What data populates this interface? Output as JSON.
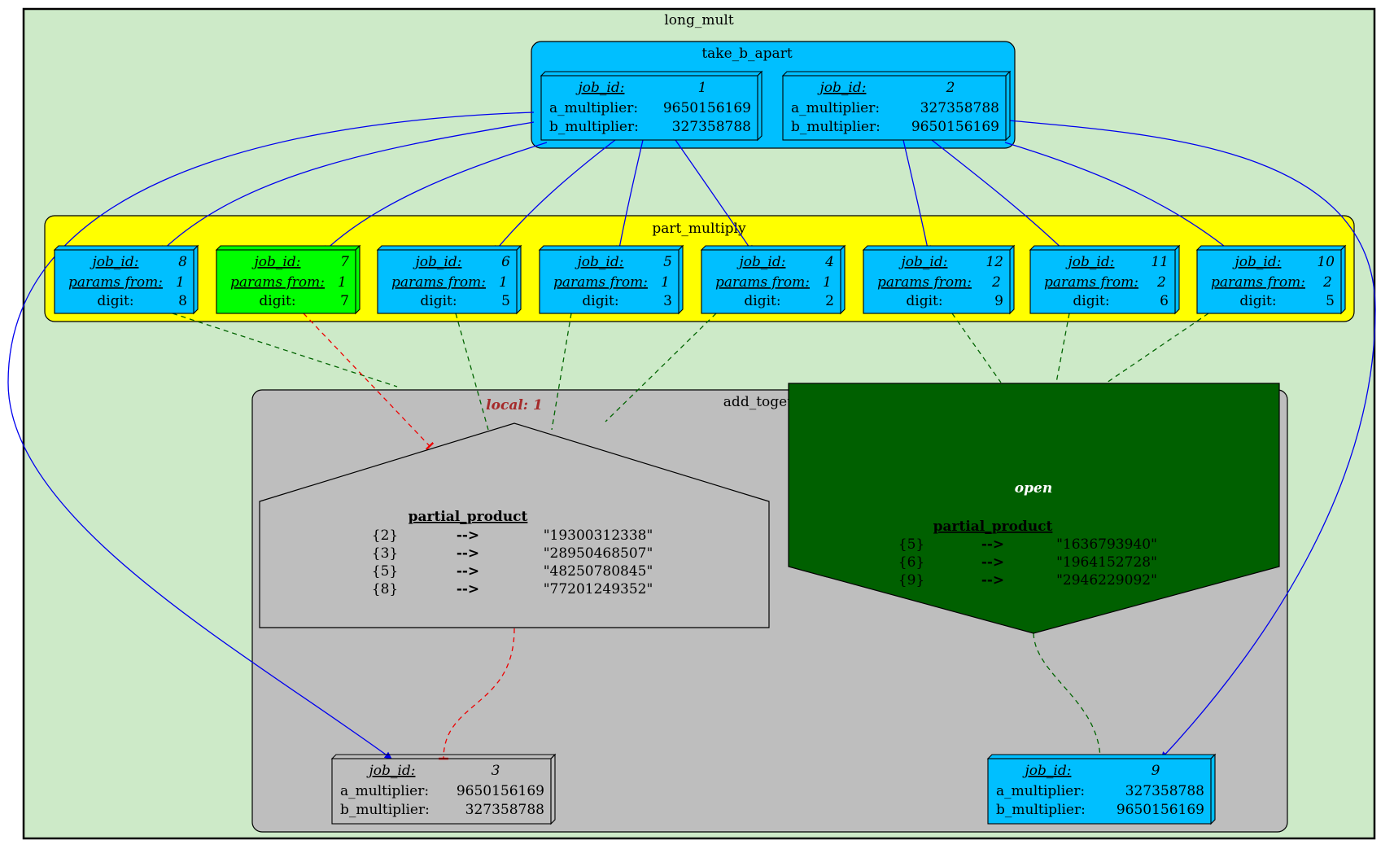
{
  "clusters": {
    "long_mult": "long_mult",
    "take_b_apart": "take_b_apart",
    "part_multiply": "part_multiply",
    "add_together": "add_together"
  },
  "colors": {
    "outer_bg": "#cdeac8",
    "job_blue": "#00bfff",
    "job_green": "#00ff00",
    "take_bg": "#00bfff",
    "part_bg": "#ffff00",
    "add_bg": "#bebebe",
    "open_bg": "#006000",
    "blue_edge": "#0000ee",
    "green_edge": "#006400",
    "red_edge": "#ee0000",
    "local_title": "#a52a2a"
  },
  "jobs": {
    "j1": {
      "job_id_label": "job_id:",
      "job_id": "1",
      "r1_label": "a_multiplier:",
      "r1_value": "9650156169",
      "r2_label": "b_multiplier:",
      "r2_value": "327358788"
    },
    "j2": {
      "job_id_label": "job_id:",
      "job_id": "2",
      "r1_label": "a_multiplier:",
      "r1_value": "327358788",
      "r2_label": "b_multiplier:",
      "r2_value": "9650156169"
    },
    "j8": {
      "job_id_label": "job_id:",
      "job_id": "8",
      "r1_label": "params from:",
      "r1_value": "1",
      "r2_label": "digit:",
      "r2_value": "8"
    },
    "j7": {
      "job_id_label": "job_id:",
      "job_id": "7",
      "r1_label": "params from:",
      "r1_value": "1",
      "r2_label": "digit:",
      "r2_value": "7"
    },
    "j6": {
      "job_id_label": "job_id:",
      "job_id": "6",
      "r1_label": "params from:",
      "r1_value": "1",
      "r2_label": "digit:",
      "r2_value": "5"
    },
    "j5": {
      "job_id_label": "job_id:",
      "job_id": "5",
      "r1_label": "params from:",
      "r1_value": "1",
      "r2_label": "digit:",
      "r2_value": "3"
    },
    "j4": {
      "job_id_label": "job_id:",
      "job_id": "4",
      "r1_label": "params from:",
      "r1_value": "1",
      "r2_label": "digit:",
      "r2_value": "2"
    },
    "j12": {
      "job_id_label": "job_id:",
      "job_id": "12",
      "r1_label": "params from:",
      "r1_value": "2",
      "r2_label": "digit:",
      "r2_value": "9"
    },
    "j11": {
      "job_id_label": "job_id:",
      "job_id": "11",
      "r1_label": "params from:",
      "r1_value": "2",
      "r2_label": "digit:",
      "r2_value": "6"
    },
    "j10": {
      "job_id_label": "job_id:",
      "job_id": "10",
      "r1_label": "params from:",
      "r1_value": "2",
      "r2_label": "digit:",
      "r2_value": "5"
    },
    "j3": {
      "job_id_label": "job_id:",
      "job_id": "3",
      "r1_label": "a_multiplier:",
      "r1_value": "9650156169",
      "r2_label": "b_multiplier:",
      "r2_value": "327358788"
    },
    "j9": {
      "job_id_label": "job_id:",
      "job_id": "9",
      "r1_label": "a_multiplier:",
      "r1_value": "327358788",
      "r2_label": "b_multiplier:",
      "r2_value": "9650156169"
    }
  },
  "local_accu": {
    "title": "local: 1",
    "header": "partial_product",
    "arrow": "-->",
    "rows": [
      {
        "key": "{2}",
        "value": "\"19300312338\""
      },
      {
        "key": "{3}",
        "value": "\"28950468507\""
      },
      {
        "key": "{5}",
        "value": "\"48250780845\""
      },
      {
        "key": "{8}",
        "value": "\"77201249352\""
      }
    ]
  },
  "open_accu": {
    "title": "open",
    "header": "partial_product",
    "arrow": "-->",
    "rows": [
      {
        "key": "{5}",
        "value": "\"1636793940\""
      },
      {
        "key": "{6}",
        "value": "\"1964152728\""
      },
      {
        "key": "{9}",
        "value": "\"2946229092\""
      }
    ]
  }
}
